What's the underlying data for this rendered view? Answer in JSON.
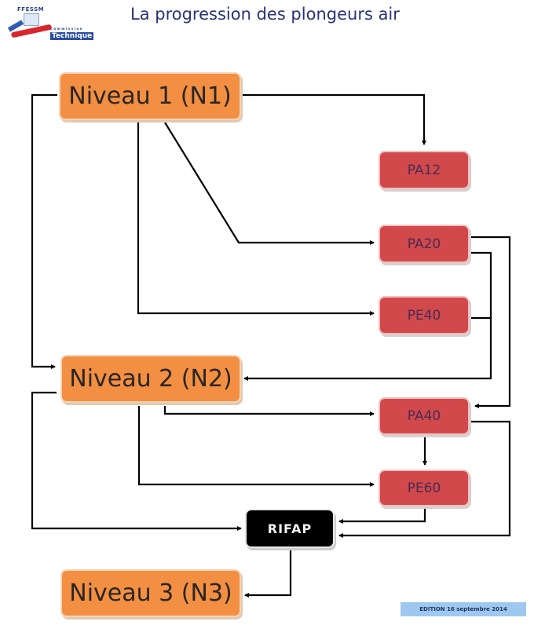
{
  "header": {
    "logo": {
      "org": "FFESSM",
      "subtitle": "Commission",
      "name": "Technique"
    },
    "title": "La progression des plongeurs air"
  },
  "nodes": {
    "n1": {
      "label": "Niveau 1 (N1)",
      "kind": "level"
    },
    "pa12": {
      "label": "PA12",
      "kind": "certification"
    },
    "pa20": {
      "label": "PA20",
      "kind": "certification"
    },
    "pe40": {
      "label": "PE40",
      "kind": "certification"
    },
    "n2": {
      "label": "Niveau 2 (N2)",
      "kind": "level"
    },
    "pa40": {
      "label": "PA40",
      "kind": "certification"
    },
    "pe60": {
      "label": "PE60",
      "kind": "certification"
    },
    "rifap": {
      "label": "RIFAP",
      "kind": "module"
    },
    "n3": {
      "label": "Niveau 3 (N3)",
      "kind": "level"
    }
  },
  "edges": [
    {
      "from": "Niveau 1 (N1)",
      "to": "PA12"
    },
    {
      "from": "Niveau 1 (N1)",
      "to": "PA20"
    },
    {
      "from": "Niveau 1 (N1)",
      "to": "PE40"
    },
    {
      "from": "Niveau 1 (N1)",
      "to": "Niveau 2 (N2)"
    },
    {
      "from": "PA20",
      "to": "Niveau 2 (N2)"
    },
    {
      "from": "PE40",
      "to": "Niveau 2 (N2)"
    },
    {
      "from": "PA20",
      "to": "PA40"
    },
    {
      "from": "Niveau 2 (N2)",
      "to": "PA40"
    },
    {
      "from": "Niveau 2 (N2)",
      "to": "PE60"
    },
    {
      "from": "PA40",
      "to": "PE60"
    },
    {
      "from": "Niveau 2 (N2)",
      "to": "RIFAP"
    },
    {
      "from": "PE60",
      "to": "RIFAP"
    },
    {
      "from": "PA40",
      "to": "RIFAP"
    },
    {
      "from": "RIFAP",
      "to": "Niveau 3 (N3)"
    }
  ],
  "colors": {
    "level": "#f28f43",
    "certification": "#d1494a",
    "module": "#000000",
    "title": "#283276",
    "edition_bg": "#9ec8f0"
  },
  "footer": {
    "edition": "EDITION 16 septembre 2014"
  }
}
